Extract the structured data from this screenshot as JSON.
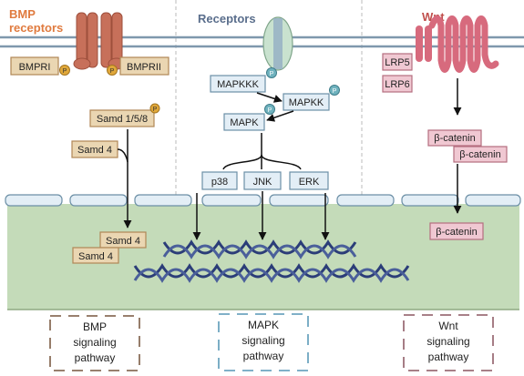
{
  "colors": {
    "bmp_accent": "#e07b3f",
    "receptor_title": "#5a6e8c",
    "wnt_accent": "#c0504d",
    "membrane_line": "#7f98ad",
    "nucleus_fill": "#c4dbb9",
    "nucleus_border": "#8faa82",
    "mapk_box_fill": "#e3eef6",
    "mapk_box_border": "#6c8fa6",
    "bmp_box_fill": "#ead6b2",
    "bmp_box_border": "#b08756",
    "wnt_box_fill": "#f0c8d2",
    "wnt_box_border": "#b56d7f",
    "phospho_fill": "#6fb2be",
    "dna_color": "#2b3d78"
  },
  "headers": {
    "bmp": "BMP receptors",
    "receptors": "Receptors",
    "wnt": "Wnt"
  },
  "bmp": {
    "bmpr1": "BMPRI",
    "bmpr2": "BMPRII",
    "smad158": "Samd 1/5/8",
    "smad4_cyto": "Samd 4",
    "smad4_nuc_a": "Samd 4",
    "smad4_nuc_b": "Samd 4"
  },
  "mapk": {
    "mapkkk": "MAPKKK",
    "mapkk": "MAPKK",
    "mapk": "MAPK",
    "p38": "p38",
    "jnk": "JNK",
    "erk": "ERK"
  },
  "wnt": {
    "lrp5": "LRP5",
    "lrp6": "LRP6",
    "bcat1": "β-catenin",
    "bcat2": "β-catenin",
    "bcat_nuc": "β-catenin"
  },
  "phospho_label": "P",
  "pathways": {
    "bmp_line1": "BMP",
    "bmp_line2": "signaling",
    "bmp_line3": "pathway",
    "mapk_line1": "MAPK",
    "mapk_line2": "signaling",
    "mapk_line3": "pathway",
    "wnt_line1": "Wnt",
    "wnt_line2": "signaling",
    "wnt_line3": "pathway"
  }
}
